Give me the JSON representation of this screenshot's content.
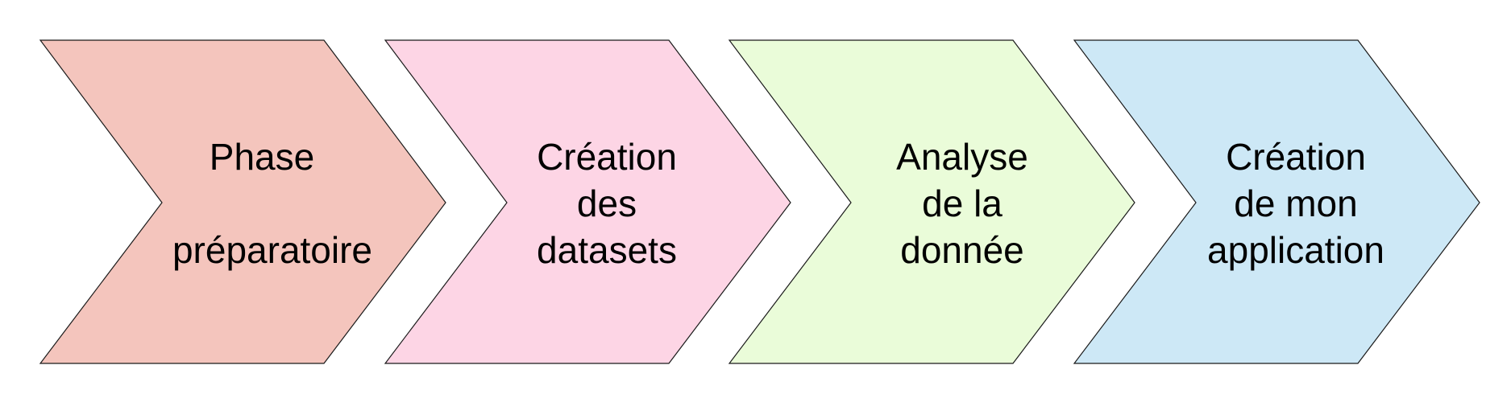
{
  "steps": [
    {
      "lines": [
        "Phase",
        "",
        "préparatoire"
      ],
      "color": "#F4C5BD"
    },
    {
      "lines": [
        "Création",
        "des",
        "datasets"
      ],
      "color": "#FDD5E5"
    },
    {
      "lines": [
        "Analyse",
        "de la",
        "donnée"
      ],
      "color": "#EAFCD9"
    },
    {
      "lines": [
        "Création",
        "de mon",
        "application"
      ],
      "color": "#CDE8F6"
    }
  ]
}
